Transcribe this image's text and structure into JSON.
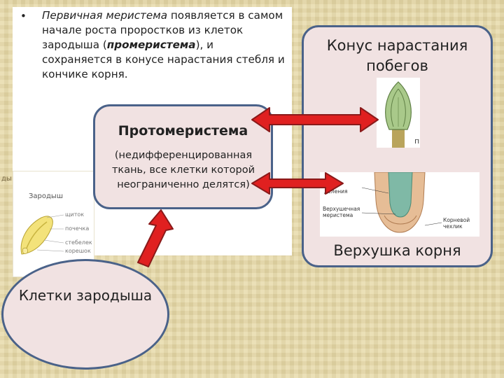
{
  "bullet": {
    "marker": "•",
    "term": "Первичная меристема",
    "text_a": " появляется в самом начале роста проростков из клеток зародыша (",
    "term2": "промеристема",
    "text_b": "), и сохраняется в конусе нарастания стебля и кончике корня."
  },
  "embryo_card": {
    "title": "Зародыш",
    "labels": [
      "щиток",
      "почечка",
      "стебелек",
      "корешок"
    ],
    "corner_tag": "ды"
  },
  "right_panel": {
    "title": "Конус нарастания побегов",
    "bud_letter": "п",
    "root_labels": {
      "zone": "Зона деления",
      "apex": "Верхушечная меристема",
      "cap": "Корневой чехлик"
    },
    "bottom": "Верхушка корня"
  },
  "protomeristem": {
    "title": "Протомеристема",
    "description": "(недифференцированная ткань, все клетки которой неограниченно делятся)"
  },
  "embryo_cells": {
    "label": "Клетки зародыша"
  },
  "colors": {
    "arrow_fill": "#e02020",
    "arrow_stroke": "#8a1a1a",
    "border": "#4a6289",
    "box_fill": "#f1e2e2"
  }
}
